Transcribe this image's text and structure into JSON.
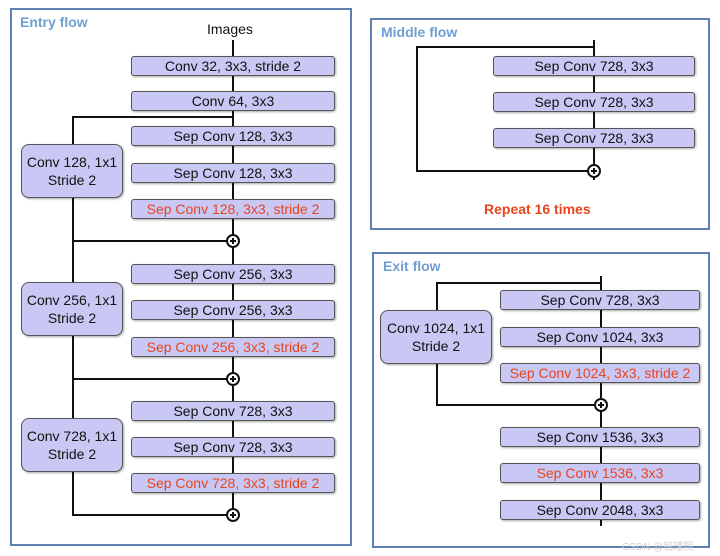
{
  "entry_flow": {
    "title": "Entry  flow",
    "input_label": "Images",
    "main_blocks": [
      {
        "label": "Conv 32, 3x3, stride 2",
        "highlight": false
      },
      {
        "label": "Conv 64, 3x3",
        "highlight": false
      },
      {
        "label": "Sep Conv 128, 3x3",
        "highlight": false
      },
      {
        "label": "Sep Conv 128, 3x3",
        "highlight": false
      },
      {
        "label": "Sep Conv 128, 3x3, stride 2",
        "highlight": true
      },
      {
        "label": "Sep Conv 256, 3x3",
        "highlight": false
      },
      {
        "label": "Sep Conv 256, 3x3",
        "highlight": false
      },
      {
        "label": "Sep Conv 256, 3x3, stride 2",
        "highlight": true
      },
      {
        "label": "Sep Conv 728, 3x3",
        "highlight": false
      },
      {
        "label": "Sep Conv 728, 3x3",
        "highlight": false
      },
      {
        "label": "Sep Conv 728, 3x3, stride 2",
        "highlight": true
      }
    ],
    "shortcut_blocks": [
      {
        "line1": "Conv 128, 1x1",
        "line2": "Stride 2"
      },
      {
        "line1": "Conv 256, 1x1",
        "line2": "Stride 2"
      },
      {
        "line1": "Conv 728, 1x1",
        "line2": "Stride 2"
      }
    ]
  },
  "middle_flow": {
    "title": "Middle  flow",
    "blocks": [
      {
        "label": "Sep Conv 728, 3x3",
        "highlight": false
      },
      {
        "label": "Sep Conv 728, 3x3",
        "highlight": false
      },
      {
        "label": "Sep Conv 728, 3x3",
        "highlight": false
      }
    ],
    "repeat_note": "Repeat 16 times"
  },
  "exit_flow": {
    "title": "Exit  flow",
    "blocks": [
      {
        "label": "Sep Conv 728, 3x3",
        "highlight": false
      },
      {
        "label": "Sep Conv 1024, 3x3",
        "highlight": false
      },
      {
        "label": "Sep Conv 1024, 3x3, stride 2",
        "highlight": true
      },
      {
        "label": "Sep Conv 1536, 3x3",
        "highlight": false
      },
      {
        "label": "Sep Conv 1536, 3x3",
        "highlight": true
      },
      {
        "label": "Sep Conv 2048, 3x3",
        "highlight": false
      }
    ],
    "shortcut_block": {
      "line1": "Conv 1024, 1x1",
      "line2": "Stride 2"
    }
  },
  "watermark": "CSDN @铭瑾熙",
  "colors": {
    "panel_border": "#5b7fb0",
    "title": "#6f9ed0",
    "block_fill": "#c9c8f4",
    "highlight_text": "#e8451f"
  }
}
